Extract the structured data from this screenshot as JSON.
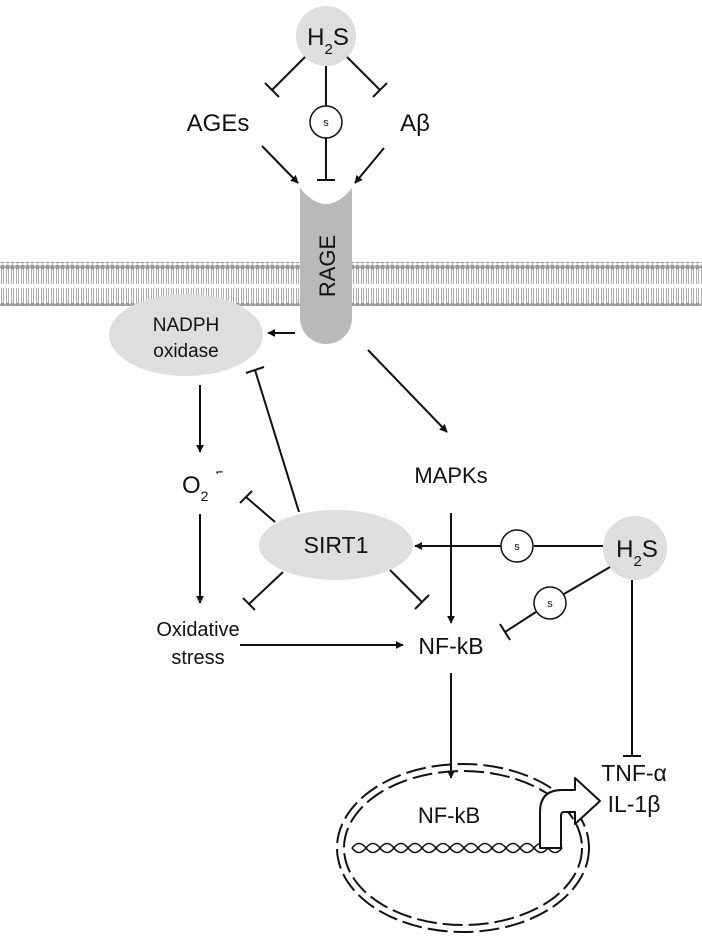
{
  "labels": {
    "h2s_top": "H",
    "h2s_top_sub": "2",
    "h2s_top_tail": "S",
    "ages": "AGEs",
    "abeta": "Aβ",
    "s_marker": "s",
    "rage": "RAGE",
    "nadph_line1": "NADPH",
    "nadph_line2": "oxidase",
    "mapks": "MAPKs",
    "o2": "O",
    "o2_sub": "2",
    "o2_sup": "·",
    "o2_charge": "-",
    "sirt1": "SIRT1",
    "h2s_right": "H",
    "h2s_right_sub": "2",
    "h2s_right_tail": "S",
    "oxidative_line1": "Oxidative",
    "oxidative_line2": "stress",
    "nfkb_cyto": "NF-kB",
    "nfkb_nucleus": "NF-kB",
    "tnf": "TNF-α",
    "il1b": "IL-1β"
  },
  "colors": {
    "node_fill": "#dedede",
    "rage_fill": "#b9b9b9",
    "membrane": "#9a9a9a",
    "line": "#111111"
  }
}
